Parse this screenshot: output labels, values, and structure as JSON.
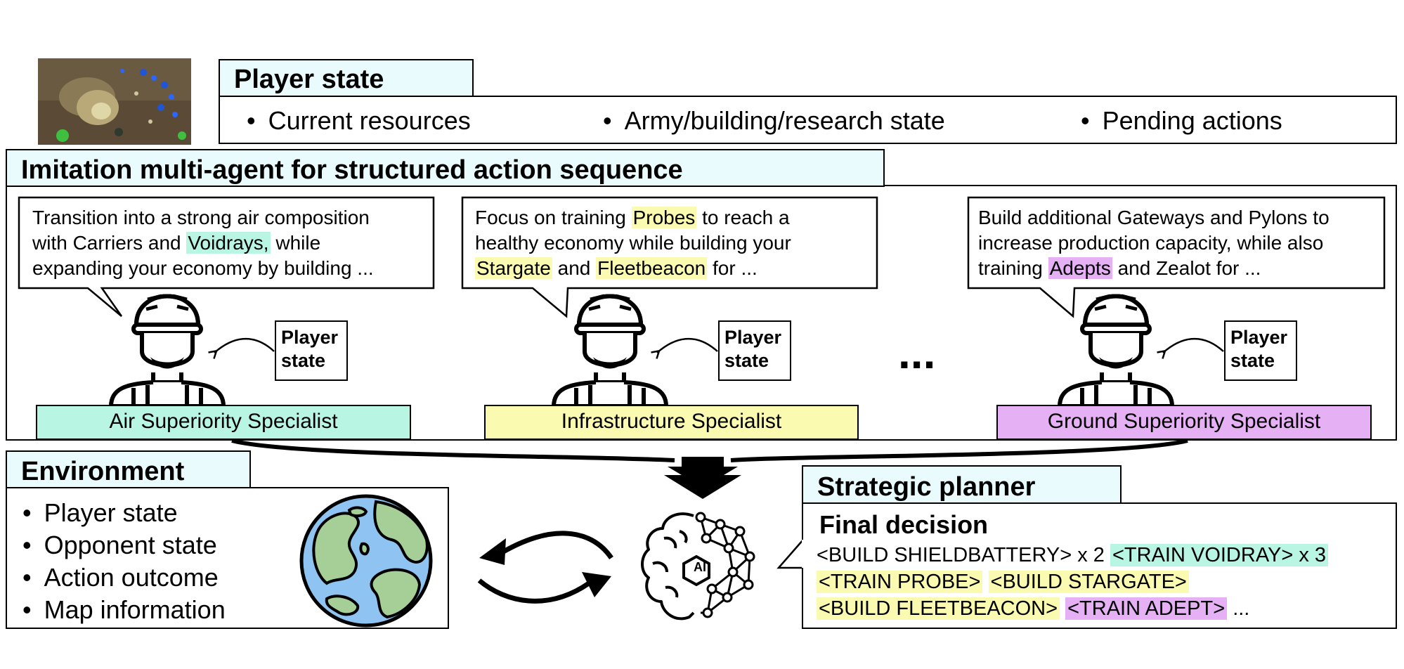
{
  "player_state": {
    "title": "Player state",
    "items": [
      "Current resources",
      "Army/building/research state",
      "Pending actions"
    ]
  },
  "imitation": {
    "title": "Imitation multi-agent for structured action sequence",
    "agents": [
      {
        "role": "Air Superiority Specialist",
        "color": "#b8f5e2",
        "state_label_1": "Player",
        "state_label_2": "state",
        "bubble": {
          "l1a": "Transition into a strong air composition",
          "l2a": "with Carriers and ",
          "l2h": "Voidrays,",
          "l2b": " while",
          "l3a": "expanding your economy by building ..."
        }
      },
      {
        "role": "Infrastructure Specialist",
        "color": "#fafab0",
        "state_label_1": "Player",
        "state_label_2": "state",
        "bubble": {
          "l1a": "Focus on training ",
          "l1h": "Probes",
          "l1b": " to reach a",
          "l2a": "healthy economy while building your",
          "l3h1": "Stargate",
          "l3a": " and ",
          "l3h2": "Fleetbeacon",
          "l3b": " for ..."
        }
      },
      {
        "role": "Ground Superiority Specialist",
        "color": "#e6b0f5",
        "state_label_1": "Player",
        "state_label_2": "state",
        "bubble": {
          "l1a": "Build additional Gateways and Pylons to",
          "l2a": "increase production capacity, while also",
          "l3a": "training ",
          "l3h": "Adepts",
          "l3b": " and Zealot for ..."
        }
      }
    ],
    "ellipsis": "..."
  },
  "environment": {
    "title": "Environment",
    "items": [
      "Player state",
      "Opponent state",
      "Action outcome",
      "Map information"
    ]
  },
  "planner": {
    "title": "Strategic planner",
    "subtitle": "Final decision",
    "line1_plain": "<BUILD SHIELDBATTERY> x 2",
    "line1_tok": "<TRAIN VOIDRAY> x 3",
    "line2_tok1": "<TRAIN PROBE>",
    "line2_tok2": "<BUILD STARGATE>",
    "line3_tok1": "<BUILD FLEETBEACON>",
    "line3_tok2": "<TRAIN ADEPT>",
    "line3_tail": " ...",
    "ai_chip_label": "AI"
  },
  "colors": {
    "tab_bg": "#e9fbfc",
    "air": "#b8f5e2",
    "infra": "#fafab0",
    "ground": "#e6b0f5",
    "globe_water": "#8ec3f2",
    "globe_land": "#a6cf98"
  }
}
